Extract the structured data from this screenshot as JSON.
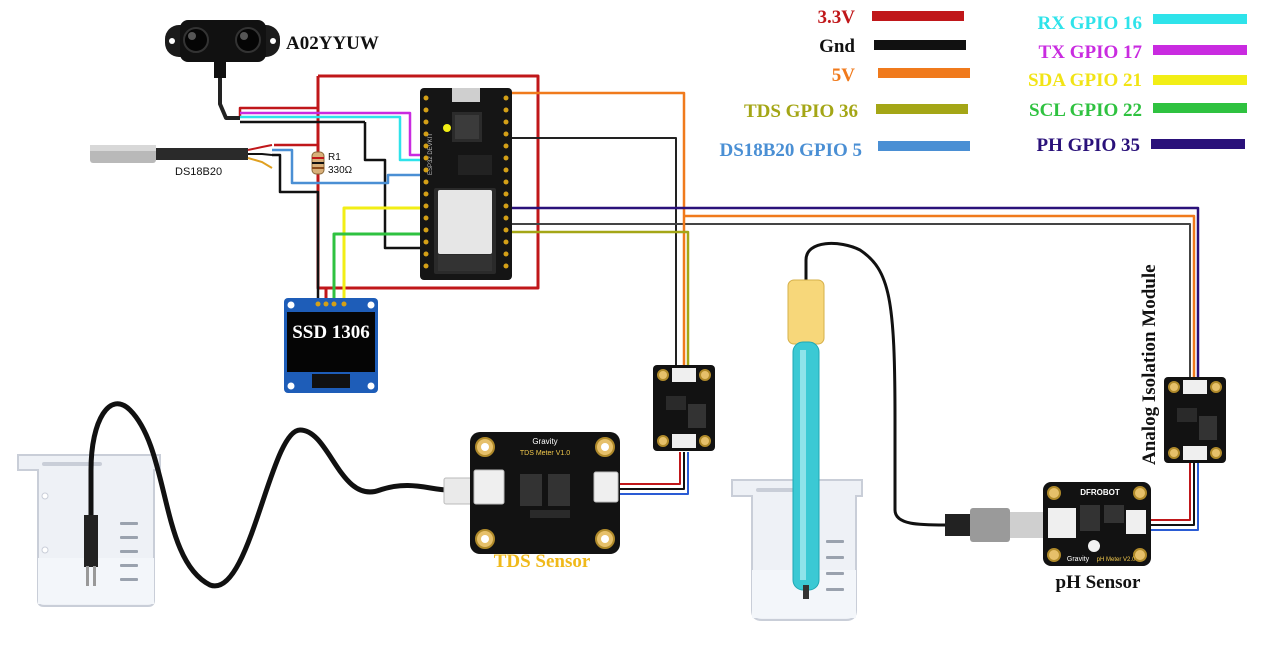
{
  "labels": {
    "ultrasonic": "A02YYUW",
    "temp_probe": "DS18B20",
    "resistor_name": "R1",
    "resistor_value": "330Ω",
    "oled": "SSD 1306",
    "tds_sensor": "TDS Sensor",
    "ph_sensor": "pH Sensor",
    "isolation": "Analog Isolation Module",
    "tds_board_brand": "Gravity",
    "tds_board_name": "TDS  Meter  V1.0",
    "ph_board_brand": "DFROBOT",
    "ph_board_name": "pH Meter V2.0",
    "ph_board_gravity": "Gravity",
    "esp_label": "ESP32 DEVKIT"
  },
  "legend": {
    "left": [
      {
        "label": "3.3V",
        "color": "#c0171a",
        "text_color": "#c0171a"
      },
      {
        "label": "Gnd",
        "color": "#111111",
        "text_color": "#111111"
      },
      {
        "label": "5V",
        "color": "#f07a1c",
        "text_color": "#f07a1c"
      },
      {
        "label": "TDS GPIO 36",
        "color": "#a4a616",
        "text_color": "#a4a616"
      },
      {
        "label": "DS18B20 GPIO 5",
        "color": "#4a8fd4",
        "text_color": "#4a8fd4"
      }
    ],
    "right": [
      {
        "label": "RX GPIO 16",
        "color": "#2ee3ea",
        "text_color": "#2ee3ea"
      },
      {
        "label": "TX GPIO 17",
        "color": "#c92be0",
        "text_color": "#c92be0"
      },
      {
        "label": "SDA GPIO 21",
        "color": "#f2ee15",
        "text_color": "#f2e415"
      },
      {
        "label": "SCL GPIO 22",
        "color": "#2fc240",
        "text_color": "#2fc240"
      },
      {
        "label": "PH GPIO 35",
        "color": "#2a117a",
        "text_color": "#2a117a"
      }
    ]
  }
}
